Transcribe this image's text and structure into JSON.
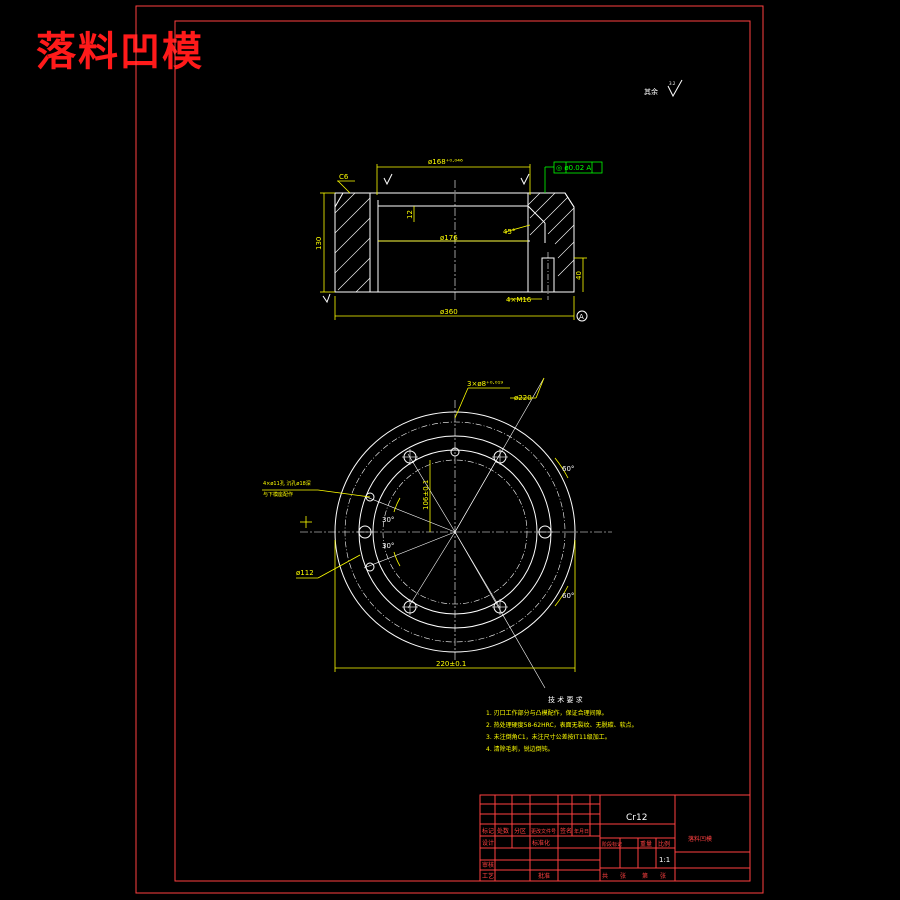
{
  "drawing_title": "落料凹模",
  "surface_note": "其余",
  "section_view": {
    "chamfer": "C6",
    "bore_dim": "ø168⁺⁰·⁰⁴⁶",
    "tolerance_frame": "◎ ø0.02 A",
    "height_dim": "12",
    "inner_dim": "ø176",
    "angle": "45°",
    "overall_height": "130",
    "hole_depth": "40",
    "thread": "4×M16",
    "outer_dim": "ø360",
    "datum": "A"
  },
  "plan_view": {
    "pin_holes": "3×ø8⁺⁰·⁰¹⁹",
    "pcd_outer": "ø220",
    "bolt_note_line1": "4×ø11孔 沉孔ø18深",
    "bolt_note_line2": "与下模座配作",
    "inner_dim": "106±0.1",
    "pcd_inner": "ø112",
    "angle_top": "60°",
    "angle_bottom": "60°",
    "angle_left_top": "30°",
    "angle_left_bottom": "30°",
    "outer_dim": "220±0.1"
  },
  "tech_requirements": {
    "heading": "技 术 要 求",
    "items": [
      "1. 刃口工作部分与凸模配作，保证合理间隙。",
      "2. 热处理硬度58-62HRC，表面无裂纹、无脱碳、软点。",
      "3. 未注倒角C1，未注尺寸公差按IT11级加工。",
      "4. 清除毛刺，锐边倒钝。"
    ]
  },
  "title_block": {
    "material": "Cr12",
    "part_name": "落料凹模",
    "scale": "1:1",
    "row_labels": [
      "标记",
      "处数",
      "分区",
      "更改文件号",
      "签名",
      "年月日"
    ],
    "designer": "设计",
    "standardization": "标准化",
    "stage_labels": [
      "阶段标记",
      "重量",
      "比例"
    ],
    "review": "审核",
    "process": "工艺",
    "approve": "批准",
    "sheet_labels": [
      "共",
      "张",
      "第",
      "张"
    ]
  }
}
